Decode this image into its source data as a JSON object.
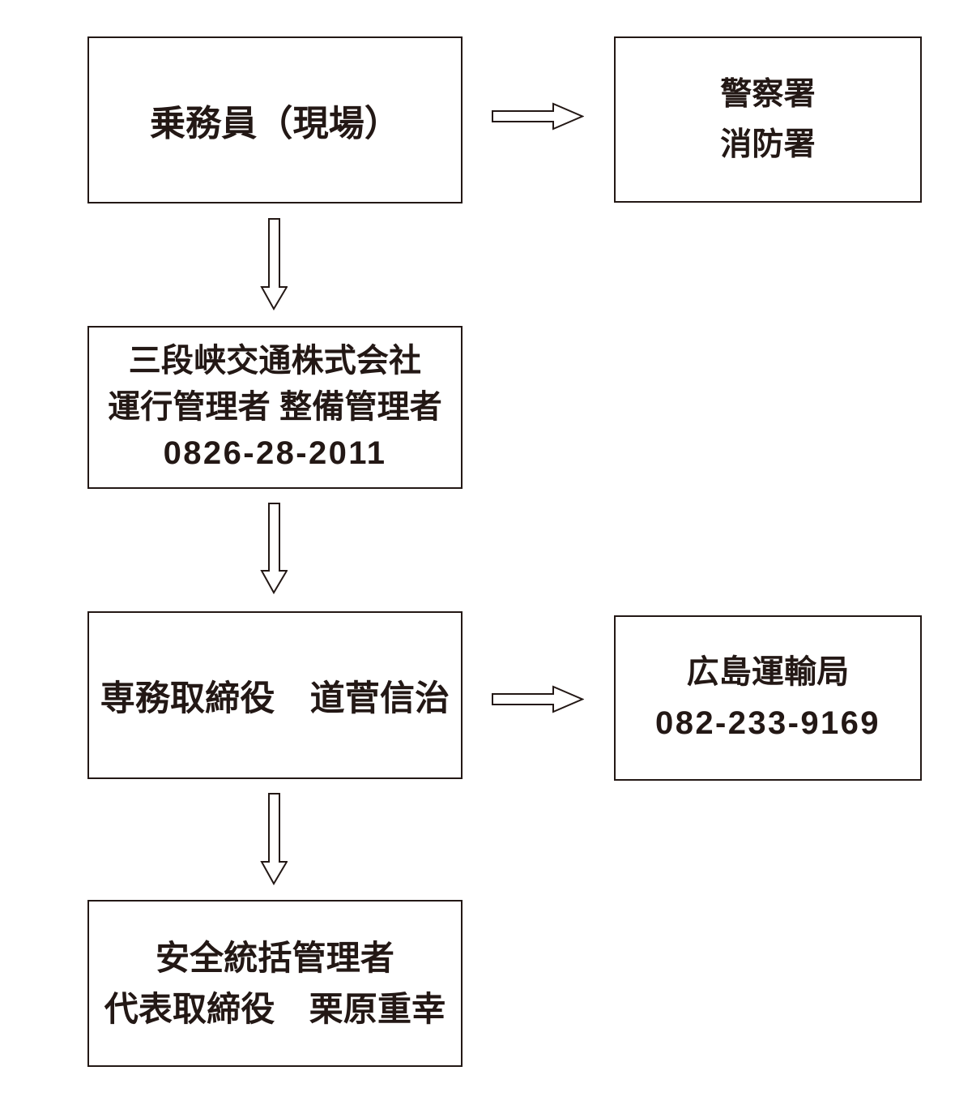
{
  "diagram": {
    "colors": {
      "line": "#231815",
      "background": "#ffffff"
    },
    "boxes": {
      "crew": {
        "lines": [
          "乗務員（現場）"
        ]
      },
      "police_fire": {
        "lines": [
          "警察署",
          "消防署"
        ]
      },
      "company": {
        "lines": [
          "三段峡交通株式会社",
          "運行管理者 整備管理者",
          "0826-28-2011"
        ]
      },
      "director": {
        "lines": [
          "専務取締役　道菅信治"
        ]
      },
      "transport_bureau": {
        "lines": [
          "広島運輸局",
          "082-233-9169"
        ]
      },
      "safety_manager": {
        "lines": [
          "安全統括管理者",
          "代表取締役　栗原重幸"
        ]
      }
    },
    "connections": [
      {
        "from": "crew",
        "to": "police_fire",
        "direction": "right"
      },
      {
        "from": "crew",
        "to": "company",
        "direction": "down"
      },
      {
        "from": "company",
        "to": "director",
        "direction": "down"
      },
      {
        "from": "director",
        "to": "transport_bureau",
        "direction": "right"
      },
      {
        "from": "director",
        "to": "safety_manager",
        "direction": "down"
      }
    ]
  }
}
